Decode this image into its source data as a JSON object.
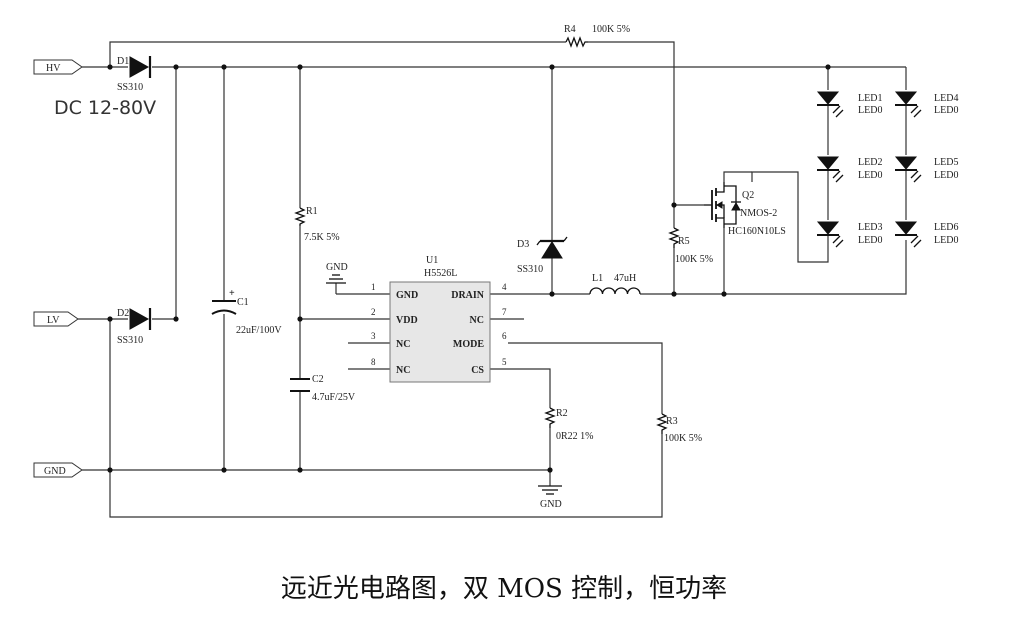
{
  "ports": {
    "hv": "HV",
    "lv": "LV",
    "gnd": "GND"
  },
  "input_voltage": "DC 12-80V",
  "diodes": {
    "d1": {
      "ref": "D1",
      "part": "SS310"
    },
    "d2": {
      "ref": "D2",
      "part": "SS310"
    },
    "d3": {
      "ref": "D3",
      "part": "SS310"
    }
  },
  "resistors": {
    "r1": {
      "ref": "R1",
      "value": "7.5K  5%"
    },
    "r2": {
      "ref": "R2",
      "value": "0R22  1%"
    },
    "r3": {
      "ref": "R3",
      "value": "100K  5%"
    },
    "r4": {
      "ref": "R4",
      "value": "100K  5%"
    },
    "r5": {
      "ref": "R5",
      "value": "100K  5%"
    }
  },
  "capacitors": {
    "c1": {
      "ref": "C1",
      "value": "22uF/100V"
    },
    "c2": {
      "ref": "C2",
      "value": "4.7uF/25V"
    }
  },
  "inductor": {
    "ref": "L1",
    "value": "47uH"
  },
  "mosfet": {
    "ref": "Q2",
    "type": "NMOS-2",
    "part": "HC160N10LS"
  },
  "ic": {
    "ref": "U1",
    "part": "H5526L",
    "pins_left": [
      {
        "num": "1",
        "name": "GND"
      },
      {
        "num": "2",
        "name": "VDD"
      },
      {
        "num": "3",
        "name": "NC"
      },
      {
        "num": "8",
        "name": "NC"
      }
    ],
    "pins_right": [
      {
        "num": "4",
        "name": "DRAIN"
      },
      {
        "num": "7",
        "name": "NC"
      },
      {
        "num": "6",
        "name": "MODE"
      },
      {
        "num": "5",
        "name": "CS"
      }
    ]
  },
  "gnd_symbols": {
    "top": "GND",
    "bottom": "GND"
  },
  "leds": [
    {
      "ref": "LED1",
      "part": "LED0"
    },
    {
      "ref": "LED2",
      "part": "LED0"
    },
    {
      "ref": "LED3",
      "part": "LED0"
    },
    {
      "ref": "LED4",
      "part": "LED0"
    },
    {
      "ref": "LED5",
      "part": "LED0"
    },
    {
      "ref": "LED6",
      "part": "LED0"
    }
  ],
  "caption": "远近光电路图，双 MOS 控制，恒功率"
}
